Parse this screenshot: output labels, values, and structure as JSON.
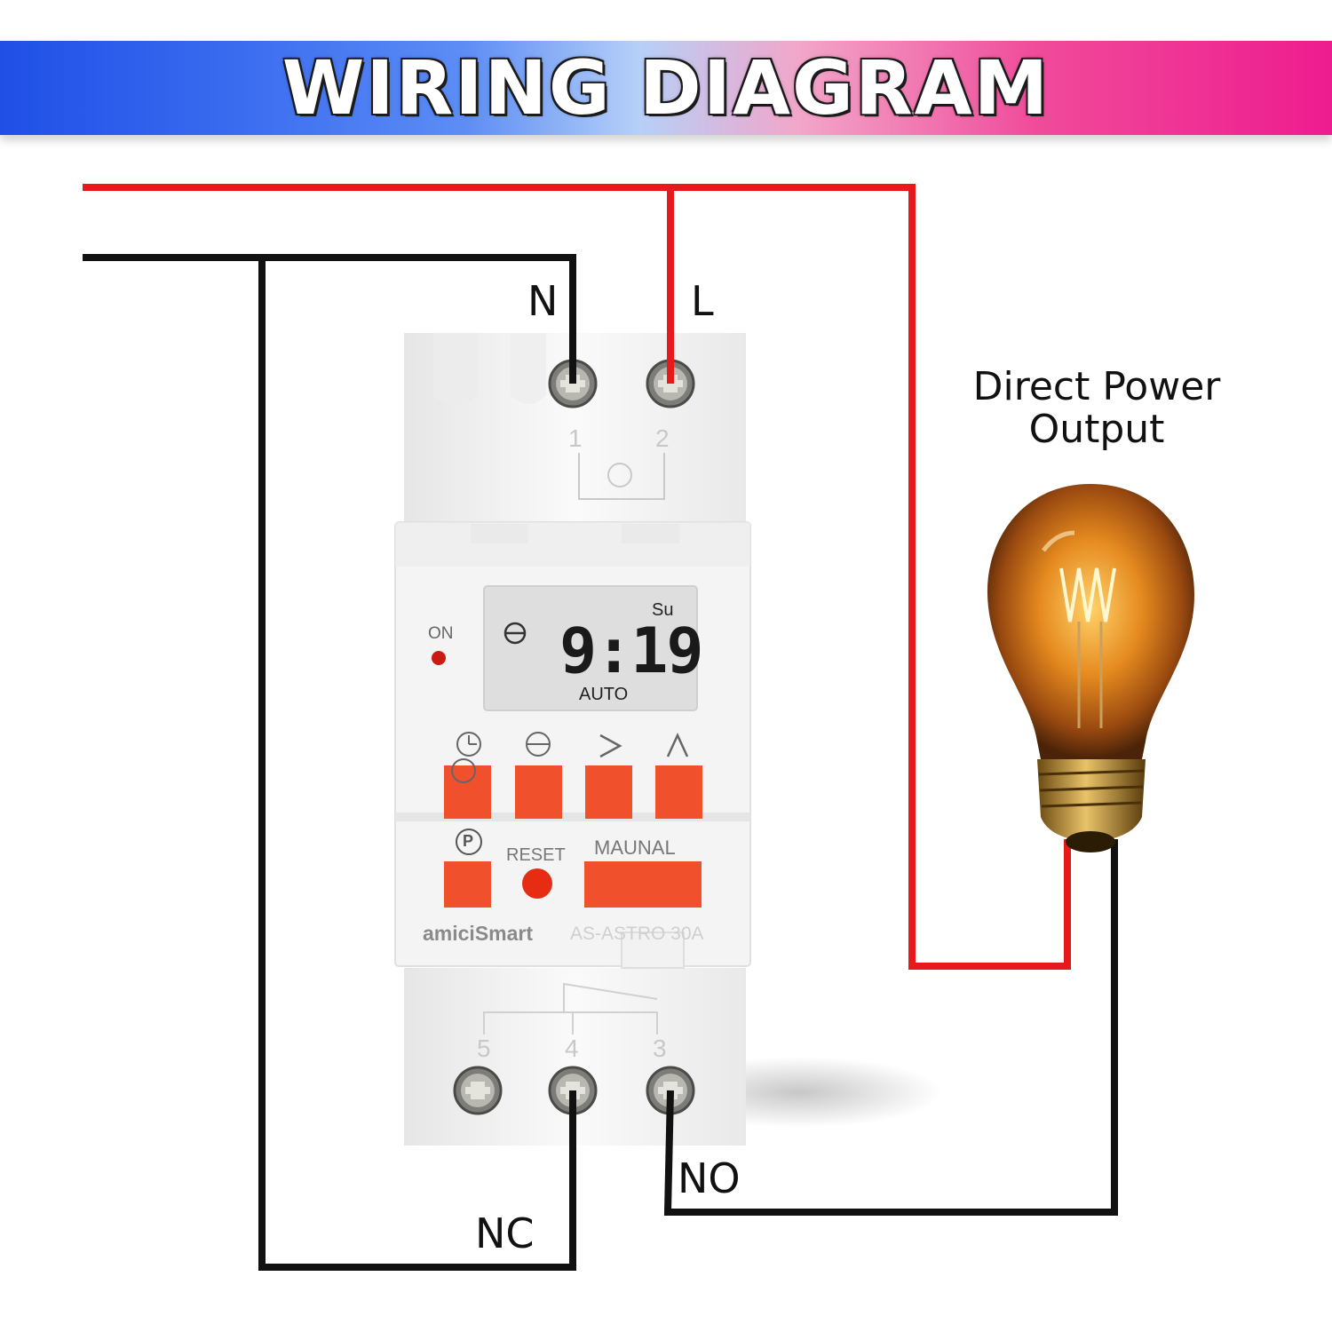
{
  "header": {
    "title": "WIRING DIAGRAM"
  },
  "wires": {
    "neutral_label": "N",
    "live_label": "L",
    "nc_label": "NC",
    "no_label": "NO"
  },
  "output": {
    "line1": "Direct Power",
    "line2": "Output"
  },
  "device": {
    "terminals_top": [
      "1",
      "2"
    ],
    "terminals_bottom": [
      "5",
      "4",
      "3"
    ],
    "on_label": "ON",
    "display": {
      "day": "Su",
      "time": "9:19",
      "mode": "AUTO"
    },
    "button_symbols": [
      "◷",
      "⊖",
      ">",
      "∧"
    ],
    "program_symbol": "P",
    "reset_label": "RESET",
    "manual_label": "MAUNAL",
    "brand": "amiciSmart",
    "model": "AS-ASTRO 30A"
  },
  "colors": {
    "live": "#e8191b",
    "neutral": "#111111",
    "button": "#f0502b",
    "device": "#f6f6f6"
  }
}
